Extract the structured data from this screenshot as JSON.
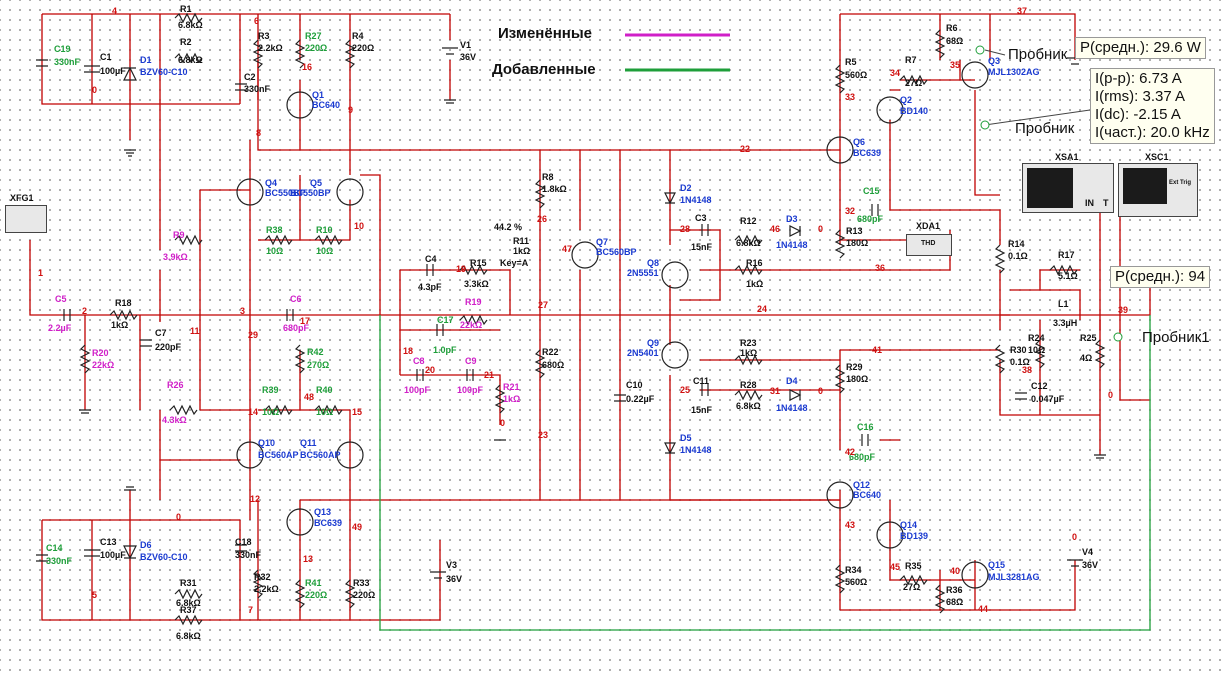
{
  "legend": {
    "changed": "Изменённые",
    "added": "Добавленные",
    "changed_color": "#d020c8",
    "added_color": "#1e9e3a"
  },
  "probes": {
    "p1": {
      "title": "Пробник",
      "line1": "P(средн.): 29.6 W"
    },
    "p2": {
      "title": "Пробник",
      "lines": [
        "I(p-p): 6.73 A",
        "I(rms): 3.37 A",
        "I(dc): -2.15 A",
        "I(част.): 20.0 kHz"
      ]
    },
    "p3": {
      "title": "Пробник1",
      "line1": "P(средн.): 94"
    }
  },
  "instruments": {
    "xfg1": "XFG1",
    "xsa1": "XSA1",
    "xsc1": "XSC1",
    "xda1": "XDA1",
    "xda_screen": "THD",
    "xsc_btn": "Ext Trig",
    "xsa_in": "IN",
    "xsa_t": "T"
  },
  "components": {
    "R1": {
      "n": "R1",
      "v": "6.8kΩ"
    },
    "R2": {
      "n": "R2",
      "v": "6.8kΩ"
    },
    "R3": {
      "n": "R3",
      "v": "2.2kΩ"
    },
    "R27": {
      "n": "R27",
      "v": "220Ω"
    },
    "R4": {
      "n": "R4",
      "v": "220Ω"
    },
    "C1": {
      "n": "C1",
      "v": "100µF"
    },
    "C19": {
      "n": "C19",
      "v": "330nF"
    },
    "D1": {
      "n": "D1",
      "v": "BZV60-C10"
    },
    "C2": {
      "n": "C2",
      "v": "330nF"
    },
    "Q1": {
      "n": "Q1",
      "v": "BC640"
    },
    "V1": {
      "n": "V1",
      "v": "36V"
    },
    "Q4": {
      "n": "Q4",
      "v": "BC550BP"
    },
    "Q5": {
      "n": "Q5",
      "v": "BC550BP"
    },
    "R38": {
      "n": "R38",
      "v": "10Ω"
    },
    "R10": {
      "n": "R10",
      "v": "10Ω"
    },
    "R9": {
      "n": "R9",
      "v": "3.9kΩ"
    },
    "C5": {
      "n": "C5",
      "v": "2.2µF"
    },
    "R18": {
      "n": "R18",
      "v": "1kΩ"
    },
    "C6": {
      "n": "C6",
      "v": "680pF"
    },
    "C7": {
      "n": "C7",
      "v": "220pF"
    },
    "R20": {
      "n": "R20",
      "v": "22kΩ"
    },
    "R42": {
      "n": "R42",
      "v": "270Ω"
    },
    "R39": {
      "n": "R39",
      "v": "10Ω"
    },
    "R40": {
      "n": "R40",
      "v": "10Ω"
    },
    "R26": {
      "n": "R26",
      "v": "4.3kΩ"
    },
    "Q10": {
      "n": "Q10",
      "v": "BC560AP"
    },
    "Q11": {
      "n": "Q11",
      "v": "BC560AP"
    },
    "Q13": {
      "n": "Q13",
      "v": "BC639"
    },
    "C18": {
      "n": "C18",
      "v": "330nF"
    },
    "R32": {
      "n": "R32",
      "v": "2.2kΩ"
    },
    "R41": {
      "n": "R41",
      "v": "220Ω"
    },
    "R33": {
      "n": "R33",
      "v": "220Ω"
    },
    "C13": {
      "n": "C13",
      "v": "100µF"
    },
    "C14": {
      "n": "C14",
      "v": "330nF"
    },
    "D6": {
      "n": "D6",
      "v": "BZV60-C10"
    },
    "R31": {
      "n": "R31",
      "v": "6.8kΩ"
    },
    "R37": {
      "n": "R37",
      "v": "6.8kΩ"
    },
    "V3": {
      "n": "V3",
      "v": "36V"
    },
    "C4": {
      "n": "C4",
      "v": "4.3pF"
    },
    "R15": {
      "n": "R15",
      "v": "3.3kΩ"
    },
    "R19": {
      "n": "R19",
      "v": "22kΩ"
    },
    "C17": {
      "n": "C17",
      "v": "1.0pF"
    },
    "C8": {
      "n": "C8",
      "v": "100pF"
    },
    "C9": {
      "n": "C9",
      "v": "100pF"
    },
    "R21": {
      "n": "R21",
      "v": "1kΩ"
    },
    "R8": {
      "n": "R8",
      "v": "1.8kΩ"
    },
    "R11": {
      "n": "R11",
      "v": "1kΩ",
      "pct": "44.2 %",
      "key": "Key=A"
    },
    "Q7": {
      "n": "Q7",
      "v": "BC560BP"
    },
    "R22": {
      "n": "R22",
      "v": "680Ω"
    },
    "C10": {
      "n": "C10",
      "v": "0.22µF"
    },
    "D2": {
      "n": "D2",
      "v": "1N4148"
    },
    "C3": {
      "n": "C3",
      "v": "15nF"
    },
    "R12": {
      "n": "R12",
      "v": "6.8kΩ"
    },
    "D3": {
      "n": "D3",
      "v": "1N4148"
    },
    "Q8": {
      "n": "Q8",
      "v": "2N5551"
    },
    "R16": {
      "n": "R16",
      "v": "1kΩ"
    },
    "Q9": {
      "n": "Q9",
      "v": "2N5401"
    },
    "R23": {
      "n": "R23",
      "v": "1kΩ"
    },
    "C11": {
      "n": "C11",
      "v": "15nF"
    },
    "R28": {
      "n": "R28",
      "v": "6.8kΩ"
    },
    "D4": {
      "n": "D4",
      "v": "1N4148"
    },
    "D5": {
      "n": "D5",
      "v": "1N4148"
    },
    "R5": {
      "n": "R5",
      "v": "560Ω"
    },
    "R7": {
      "n": "R7",
      "v": "27Ω"
    },
    "R6": {
      "n": "R6",
      "v": "68Ω"
    },
    "Q3": {
      "n": "Q3",
      "v": "MJL1302AG"
    },
    "Q2": {
      "n": "Q2",
      "v": "BD140"
    },
    "Q6": {
      "n": "Q6",
      "v": "BC639"
    },
    "C15": {
      "n": "C15",
      "v": "680pF"
    },
    "R13": {
      "n": "R13",
      "v": "180Ω"
    },
    "R14": {
      "n": "R14",
      "v": "0.1Ω"
    },
    "R17": {
      "n": "R17",
      "v": "5.1Ω"
    },
    "L1": {
      "n": "L1",
      "v": "3.3µH"
    },
    "R24": {
      "n": "R24",
      "v": "10Ω"
    },
    "R25": {
      "n": "R25",
      "v": "4Ω"
    },
    "R30": {
      "n": "R30",
      "v": "0.1Ω"
    },
    "C12": {
      "n": "C12",
      "v": "0.047µF"
    },
    "R29": {
      "n": "R29",
      "v": "180Ω"
    },
    "C16": {
      "n": "C16",
      "v": "680pF"
    },
    "Q12": {
      "n": "Q12",
      "v": "BC640"
    },
    "Q14": {
      "n": "Q14",
      "v": "BD139"
    },
    "R34": {
      "n": "R34",
      "v": "560Ω"
    },
    "R35": {
      "n": "R35",
      "v": "27Ω"
    },
    "R36": {
      "n": "R36",
      "v": "68Ω"
    },
    "Q15": {
      "n": "Q15",
      "v": "MJL3281AG"
    },
    "V4": {
      "n": "V4",
      "v": "36V"
    }
  },
  "nets": [
    "4",
    "6",
    "0",
    "16",
    "9",
    "8",
    "22",
    "37",
    "34",
    "35",
    "33",
    "32",
    "26",
    "47",
    "28",
    "46",
    "0",
    "36",
    "11",
    "10",
    "1",
    "2",
    "3",
    "19",
    "27",
    "24",
    "41",
    "17",
    "29",
    "18",
    "20",
    "21",
    "25",
    "31",
    "14",
    "48",
    "15",
    "12",
    "13",
    "49",
    "7",
    "5",
    "0",
    "23",
    "0",
    "42",
    "43",
    "45",
    "40",
    "44",
    "39",
    "38",
    "0",
    "0",
    "0"
  ]
}
